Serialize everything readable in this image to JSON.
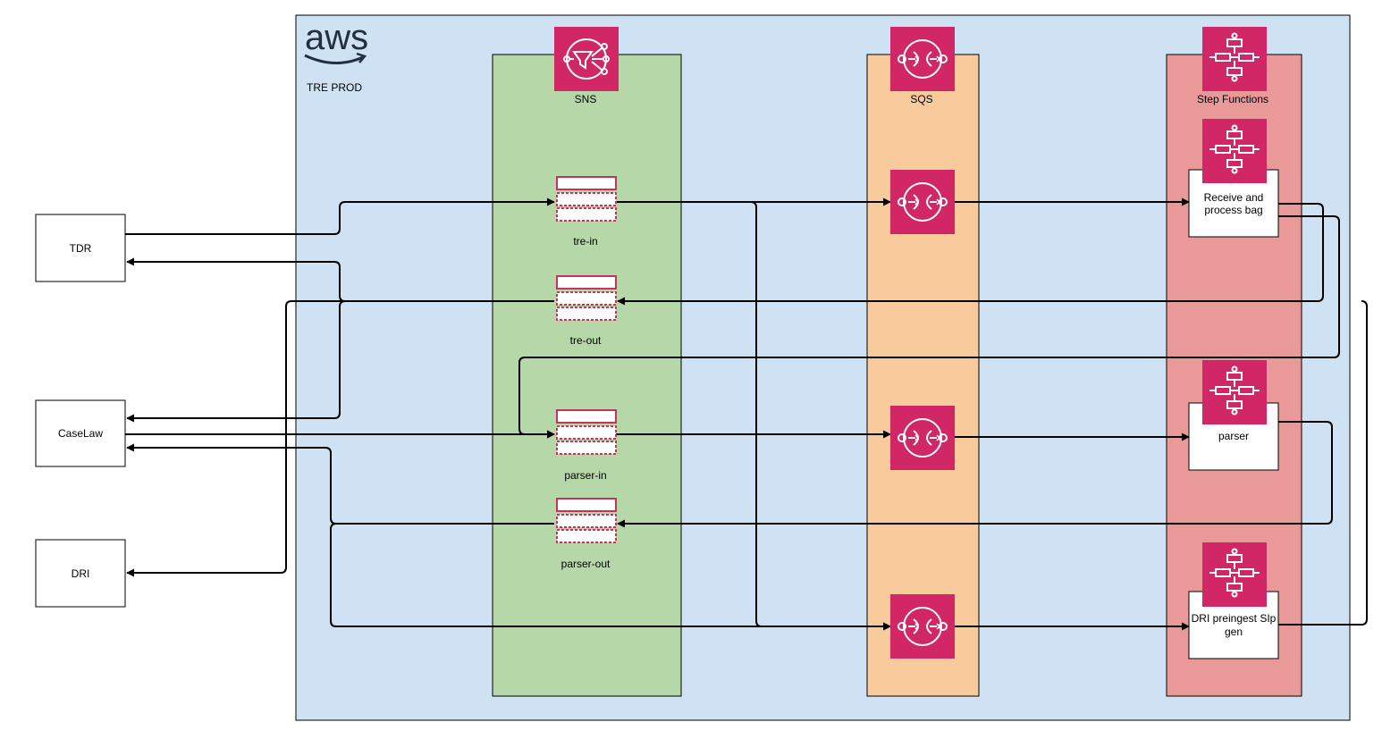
{
  "account": {
    "brand": "aws",
    "name": "TRE PROD"
  },
  "columns": {
    "sns": {
      "label": "SNS"
    },
    "sqs": {
      "label": "SQS"
    },
    "step_functions": {
      "label": "Step Functions"
    }
  },
  "external_systems": {
    "tdr": "TDR",
    "caselaw": "CaseLaw",
    "dri": "DRI"
  },
  "topics": {
    "tre_in": "tre-in",
    "tre_out": "tre-out",
    "parser_in": "parser-in",
    "parser_out": "parser-out"
  },
  "state_machines": {
    "receive": [
      "Receive and",
      "process bag"
    ],
    "parser": "parser",
    "dri_preingest": [
      "DRI preingest SIp",
      "gen"
    ]
  },
  "colors": {
    "account_bg": "#cfe2f3",
    "sns_band": "#b6d7a8",
    "sqs_band": "#f9cb9c",
    "stepfn_band": "#ea9999",
    "aws_pink": "#e7157b",
    "icon_pink": "#d12767",
    "topic_border": "#c7335f",
    "line": "#000000"
  },
  "icons": {
    "sns_service": "sns-fanout-icon",
    "sqs_service": "sqs-queue-icon",
    "stepfn_service": "step-functions-icon"
  }
}
